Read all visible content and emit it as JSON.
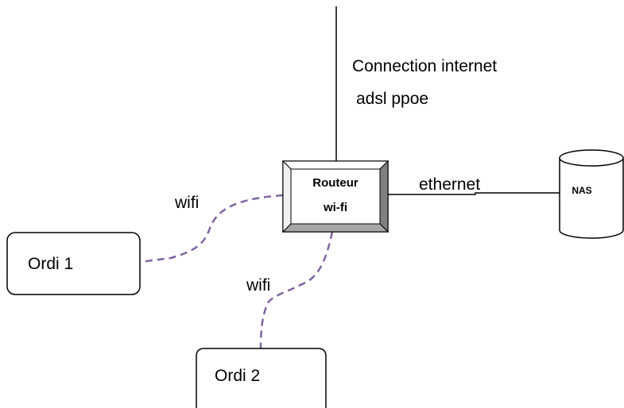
{
  "diagram": {
    "internet_label_line1": "Connection internet",
    "internet_label_line2": "adsl ppoe",
    "router_label_line1": "Routeur",
    "router_label_line2": "wi-fi",
    "ethernet_label": "ethernet",
    "nas_label": "NAS",
    "wifi_label_1": "wifi",
    "wifi_label_2": "wifi",
    "ordi1_label": "Ordi 1",
    "ordi2_label": "Ordi 2"
  },
  "colors": {
    "wifi_link": "#8064a2",
    "router_bevel_light": "#ffffff",
    "router_bevel_mid": "#d9d9d9",
    "router_bevel_dark": "#808080",
    "line": "#000000"
  }
}
